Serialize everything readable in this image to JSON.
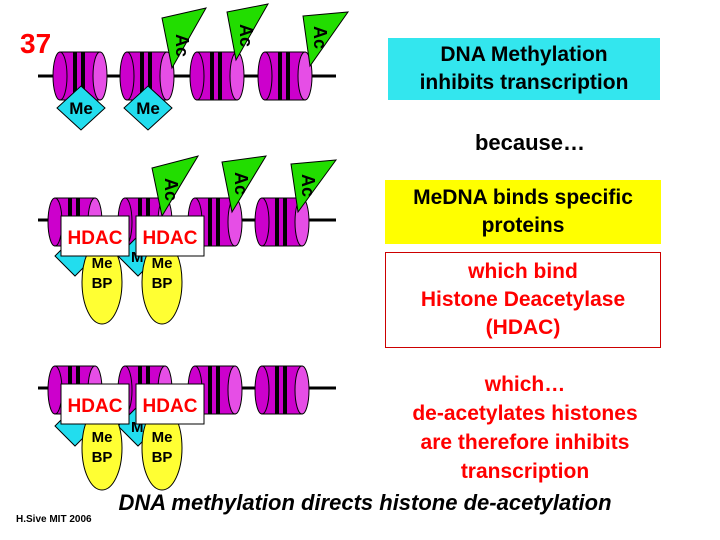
{
  "slide_number": "37",
  "labels": {
    "ac": "Ac",
    "me": "Me",
    "hdac": "HDAC",
    "mebp": "Me\nBP",
    "mebp_hidden": "M"
  },
  "boxes": {
    "methylation": "DNA Methylation\ninhibits transcription",
    "because": "because…",
    "binds": "MeDNA binds specific\nproteins",
    "hdac_bind": "which bind\nHistone Deacetylase\n(HDAC)",
    "deacetylates": "which…\nde-acetylates histones\nare therefore inhibits\ntranscription"
  },
  "footer": {
    "caption": "DNA methylation directs histone de-acetylation",
    "credit": "H.Sive MIT  2006"
  },
  "colors": {
    "nucleosome": "#cc00cc",
    "nucleosome_face": "#e64ee6",
    "acetyl": "#22dd00",
    "methyl": "#22ddee",
    "mebp": "#ffff33",
    "cyan_box": "#33e6ee",
    "yellow_box": "#ffff00",
    "red_text": "#ff0000"
  }
}
